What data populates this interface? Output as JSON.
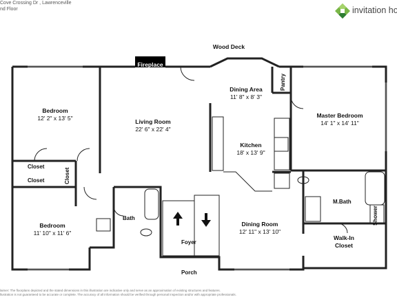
{
  "header": {
    "address": "Cove Crossing Dr , Lawrenceville",
    "floor": "nd Floor"
  },
  "logo": {
    "text": "invitation hor",
    "icon": "invitation-homes-logo-icon",
    "colors": [
      "#7ab648",
      "#2e7d32",
      "#a5d36b"
    ]
  },
  "rooms": {
    "bedroom1": {
      "name": "Bedroom",
      "dims": "12' 2\" x 13' 5\""
    },
    "living": {
      "name": "Living Room",
      "dims": "22' 6\" x 22' 4\""
    },
    "dining_area": {
      "name": "Dining Area",
      "dims": "11' 8\" x 8' 3\""
    },
    "kitchen": {
      "name": "Kitchen",
      "dims": "18' x 13' 9\""
    },
    "master": {
      "name": "Master Bedroom",
      "dims": "14' 1\" x 14' 11\""
    },
    "bedroom2": {
      "name": "Bedroom",
      "dims": "11' 10\" x 11' 6\""
    },
    "dining_room": {
      "name": "Dining Room",
      "dims": "12' 11\" x 13' 10\""
    },
    "walkin": {
      "name": "Walk-In Closet",
      "line1": "Walk-In",
      "line2": "Closet"
    }
  },
  "labels": {
    "wood_deck": "Wood Deck",
    "fireplace": "Fireplace",
    "pantry": "Pantry",
    "closet_a": "Closet",
    "closet_b": "Closet",
    "closet_c": "Closet",
    "bath": "Bath",
    "mbath": "M.Bath",
    "shower": "Shower",
    "foyer": "Foyer",
    "porch": "Porch"
  },
  "disclaimer": {
    "line1": "laimer: The floorplans depicted and the stated dimensions in this illustration are indicative only and serve as an approximation of existing structures and features.",
    "line2": "llustration is not guaranteed to be accurate or complete. The accuracy of all information should be verified through personal inspection and/or with appropriate professionals."
  }
}
